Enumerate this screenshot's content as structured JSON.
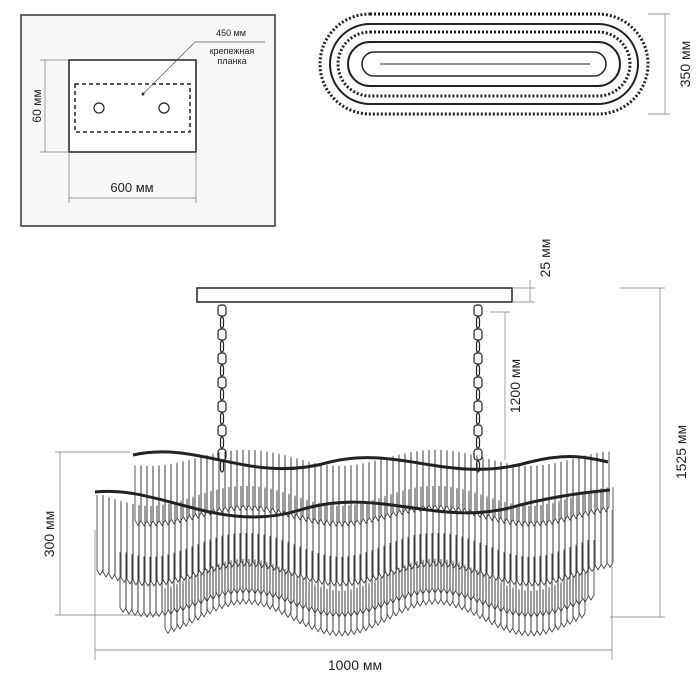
{
  "mount_plate": {
    "plate_length_label": "450 мм",
    "plate_name_line1": "крепежная",
    "plate_name_line2": "планка",
    "height_label": "60 мм",
    "width_label": "600 мм"
  },
  "top_view": {
    "depth_label": "350 мм"
  },
  "side_view": {
    "canopy_height_label": "25 мм",
    "chain_length_label": "1200 мм",
    "total_height_label": "1525 мм",
    "body_height_label": "300 мм",
    "width_label": "1000 мм"
  },
  "colors": {
    "line": "#222222",
    "frame_bg": "#f7f7f7"
  }
}
